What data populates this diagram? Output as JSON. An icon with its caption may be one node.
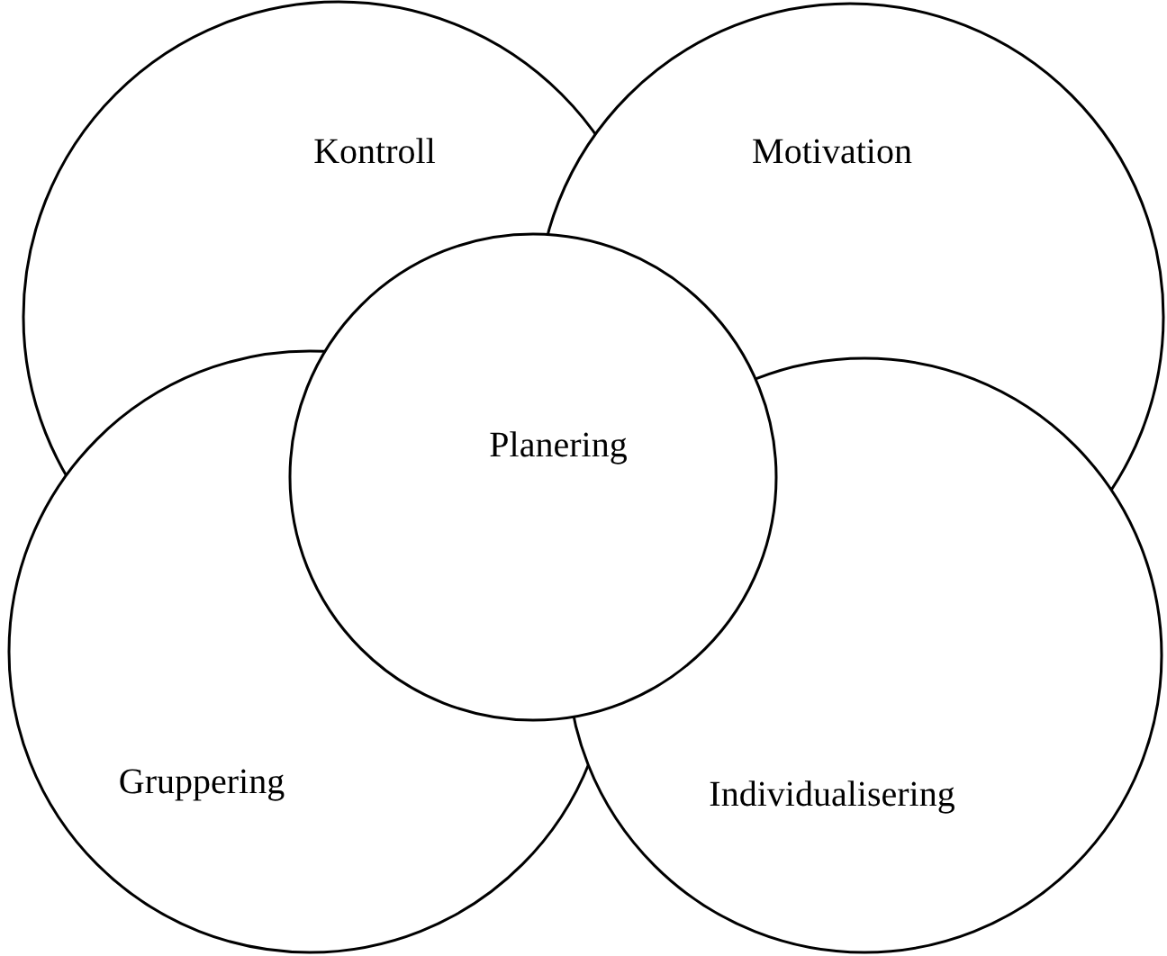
{
  "diagram": {
    "nodes": [
      {
        "text": [
          "Kontroll"
        ]
      },
      {
        "text": [
          "Motivation"
        ]
      },
      {
        "text": [
          "Gruppering"
        ]
      },
      {
        "text": [
          "Individualisering"
        ]
      },
      {
        "text": [
          "Planering"
        ]
      }
    ],
    "edges": []
  }
}
